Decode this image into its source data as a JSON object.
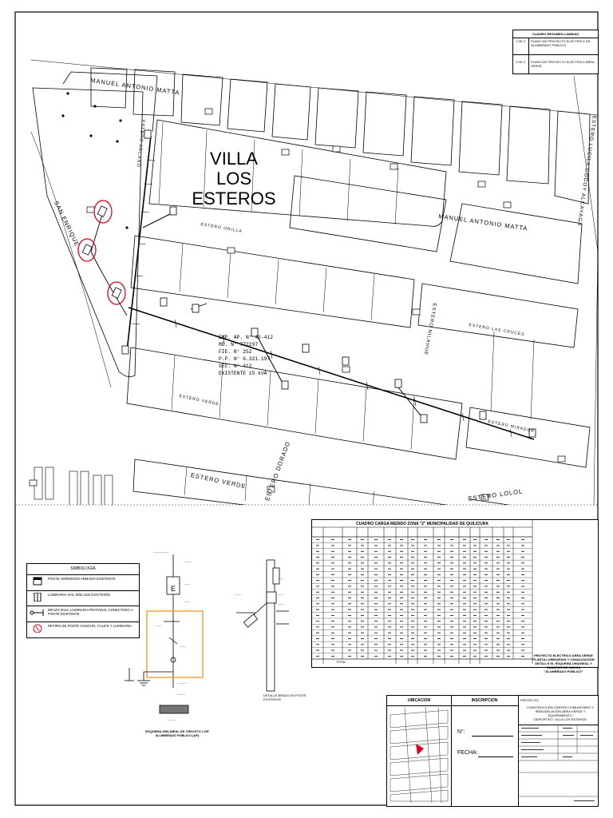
{
  "sheet_index": {
    "title": "CUADRO RESUMEN LAMINAS",
    "rows": [
      {
        "code": "1 DE 2",
        "name": "PLANO DE PROYECTO ELÉCTRICO DE ALUMBRADO PÚBLICO"
      },
      {
        "code": "2 DE 2",
        "name": "PLANO DE PROYECTO ELÉCTRICO ÁREA VERDE"
      }
    ]
  },
  "map": {
    "neighborhood_line1": "VILLA",
    "neighborhood_line2": "LOS ESTEROS",
    "streets": {
      "manuel_antonio_matta_top": "MANUEL ANTONIO MATTA",
      "manuel_antonio_matta_mid": "MANUEL ANTONIO MATTA",
      "san_enrique": "SAN ENRIQUE",
      "estero_lucila_godoy": "ESTERO LUCILA GODOY ALCAYAGA",
      "estero_arcano": "ESTERO ARCANO",
      "estero_orilla": "ESTERO ORILLA",
      "estero_nilahue": "ESTERO NILAHUE",
      "estero_las_cruces": "ESTERO LAS CRUCES",
      "estero_mirador": "ESTERO MIRADOR",
      "estero_verde": "ESTERO VERDE",
      "estero_dorado": "ESTERO DORADO",
      "estero_lolol": "ESTERO LOLOL"
    },
    "empalme_ref": [
      "EMP. AP. N° 42-412",
      "MD. N° 772297",
      "FIE. N° 252",
      "P.P. N° 6.321.197",
      "SEC. N° 412",
      "EXISTENTE 15 kVA"
    ]
  },
  "legend": {
    "title": "SIMBOLOGÍA",
    "items": [
      {
        "icon": "pole-concrete-icon",
        "text": "POSTE HORMIGÓN ARMADO EXISTENTE"
      },
      {
        "icon": "luminaire-led-icon",
        "text": "LUMINARIA VIAL 90W LED EXISTENTE"
      },
      {
        "icon": "bracket-luminaire-icon",
        "text": "BRAZO 60cm LUMINARIA PEATONAL CONECTADO A POSTE EXISTENTE"
      },
      {
        "icon": "removal-circle-icon",
        "text": "RETIRO DE POSTE GANCHO, CALIFE Y LUMINARIA"
      }
    ]
  },
  "unifilar": {
    "caption_line1": "ESQUEMA UNILINEAL DE CIRCUITO 1 DE",
    "caption_line2": "ALUMBRADO PÚBLICO (AP)"
  },
  "bracket_detail": {
    "caption_line1": "DETALLE BRAZO EN POSTE",
    "caption_line2": "EXISTENTE"
  },
  "load_table": {
    "title": "CUADRO CARGA MEDIDO ZONA  \"2\"  MUNICIPALIDAD DE QUILICURA",
    "total_label": "TOTAL"
  },
  "project_note": {
    "lines": [
      "PROYECTO ELÉCTRICO ÁREA VERDE",
      "PLANTA LUMINARIAS Y CANALIZACIÓN",
      "DETALLE EL ESQUEMA UNILINEAL Y",
      "CUADROS DE CARGA",
      "\"ALUMBRADO PÚBLICO\""
    ]
  },
  "title_block": {
    "ubicacion": "UBICACION",
    "inscripcion": "INSCRIPCION",
    "numero_label": "N°:",
    "fecha_label": "FECHA:",
    "proyecto_label": "PROYECTO:",
    "proyecto_lines": [
      "CONSTRUCCIÓN CENTRO COMUNITARIO Y",
      "REMODELACIÓN ÁREA VERDE Y EQUIPAMIENTO",
      "DEPORTIVO, VILLA LOS ESTEROS"
    ]
  },
  "colors": {
    "line": "#000000",
    "removal_circle": "#e0001b",
    "unifilar_box": "#f0a030",
    "location_marker": "#e0001b",
    "street_outline": "#000000"
  }
}
